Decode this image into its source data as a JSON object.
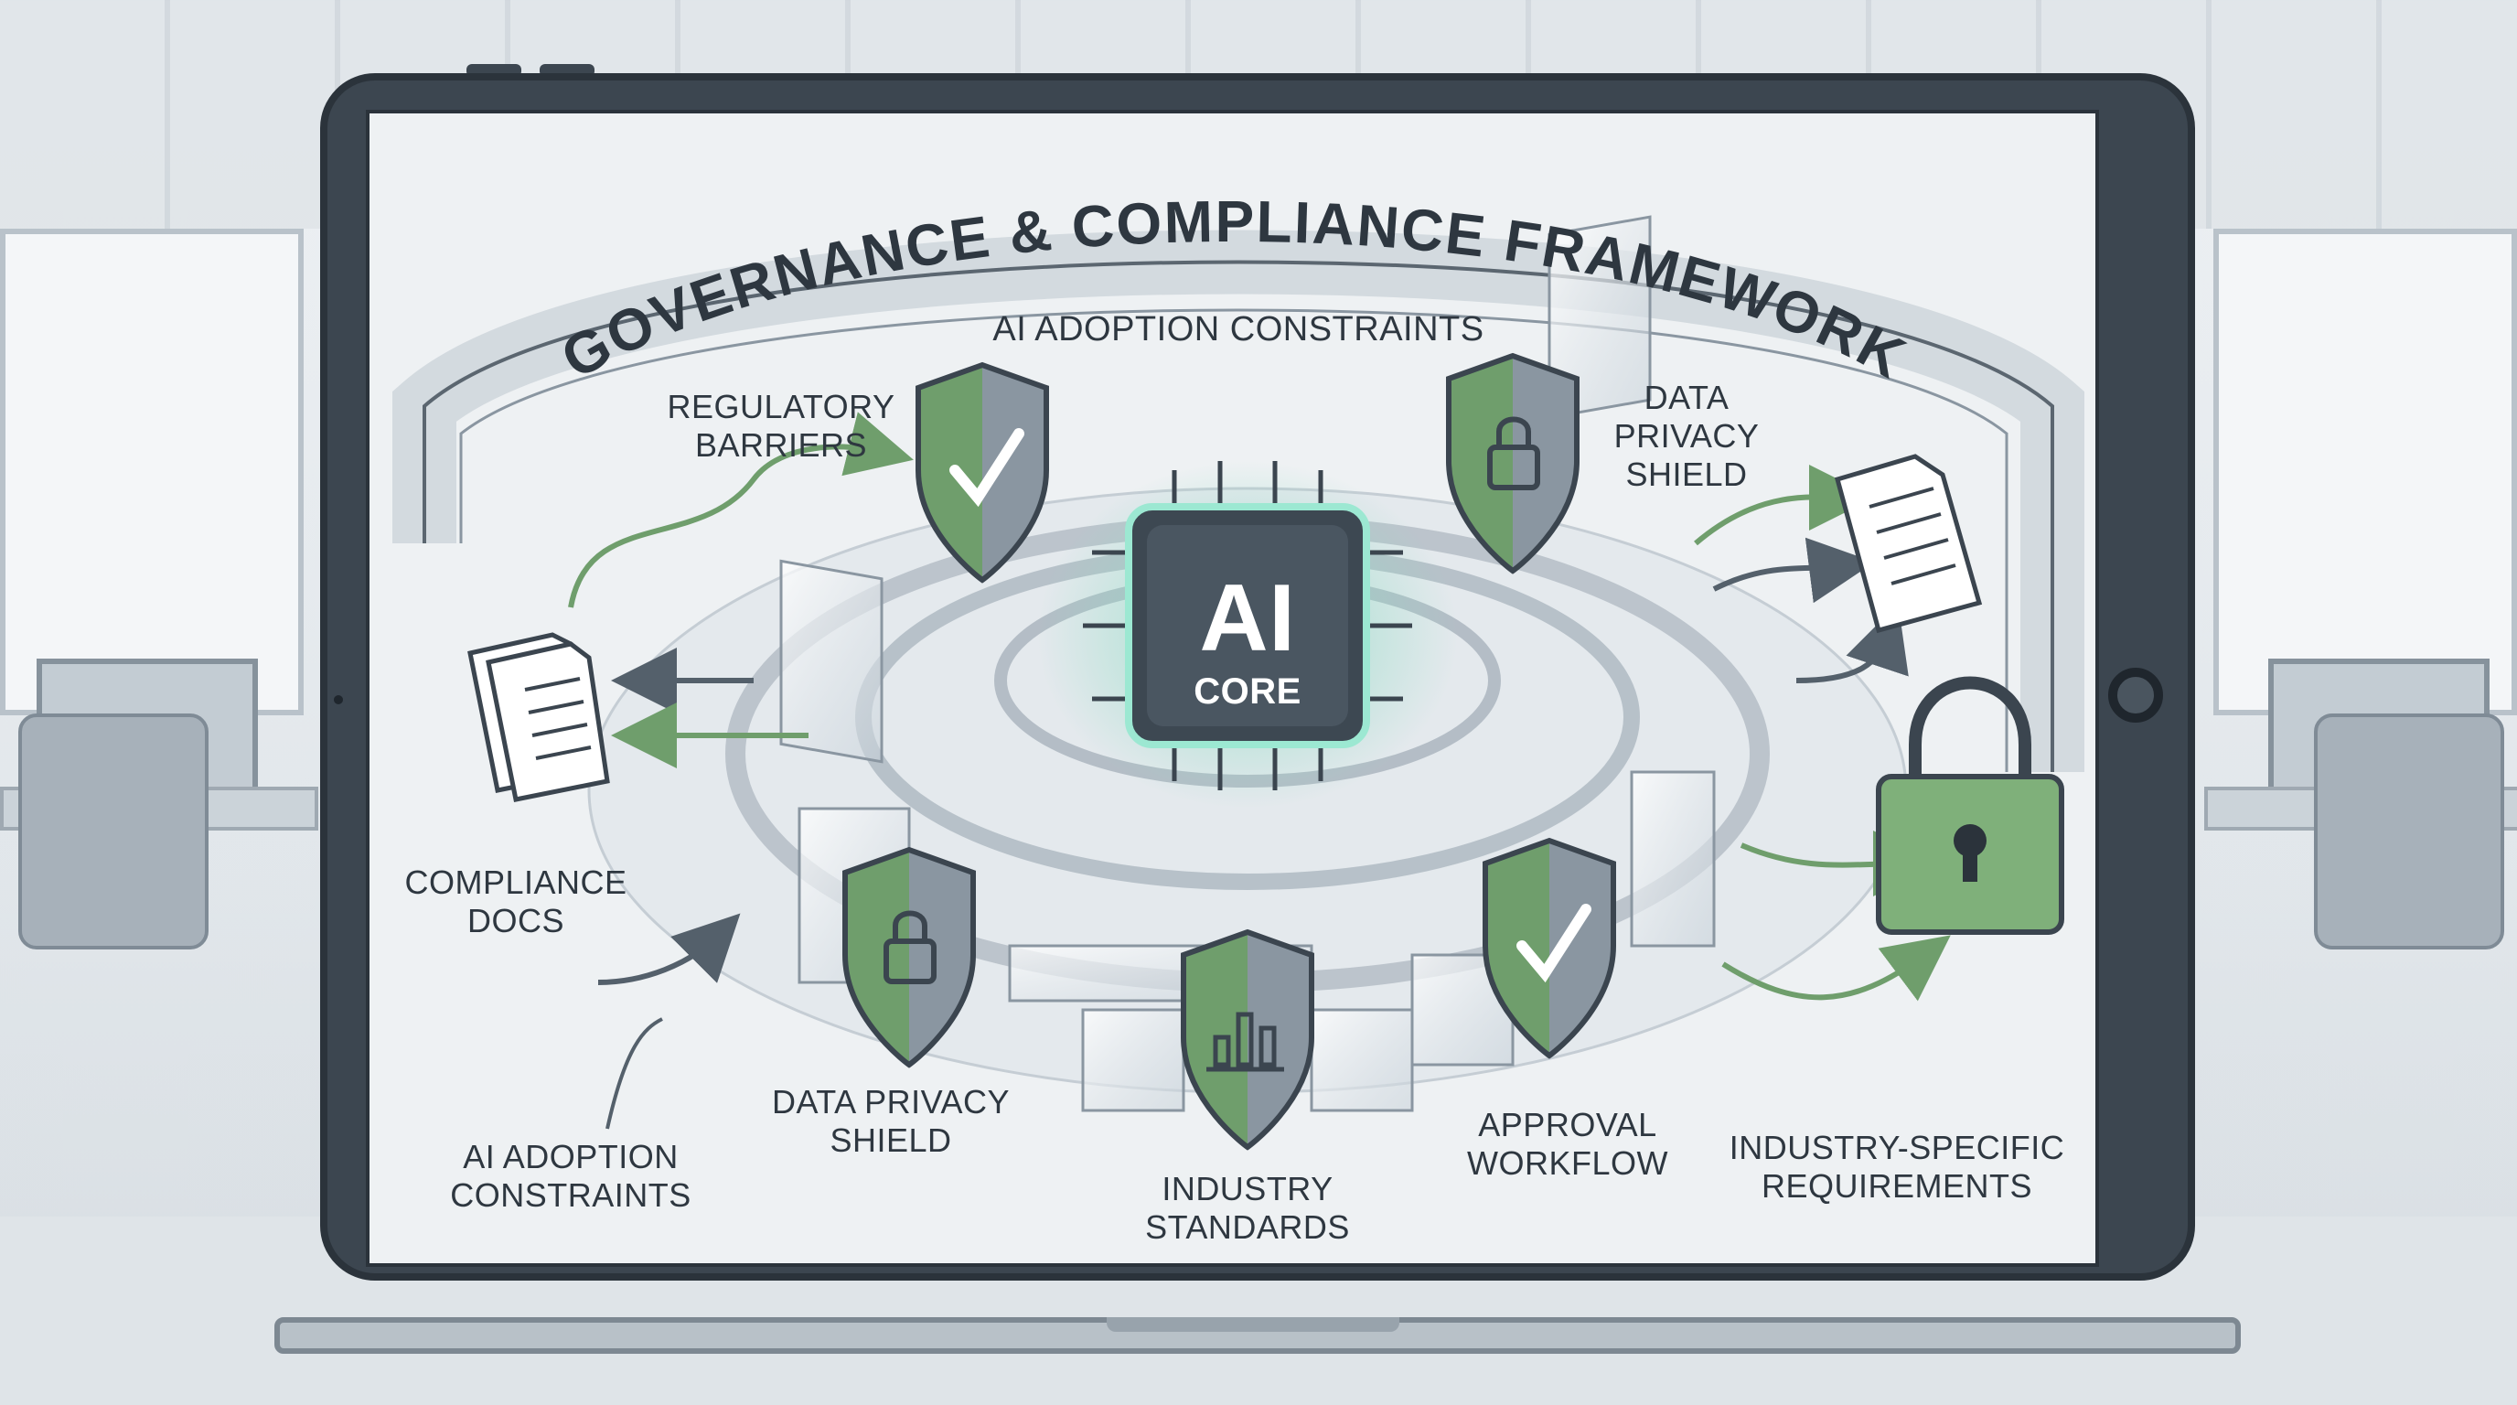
{
  "diagram": {
    "title": "GOVERNANCE & COMPLIANCE FRAMEWORK",
    "subtitle": "AI ADOPTION CONSTRAINTS",
    "core": {
      "line1": "AI",
      "line2": "CORE"
    },
    "labels": {
      "regulatory_barriers": "REGULATORY\nBARRIERS",
      "data_privacy_top": "DATA\nPRIVACY\nSHIELD",
      "compliance_docs": "COMPLIANCE\nDOCS",
      "ai_adoption_bottom": "AI ADOPTION\nCONSTRAINTS",
      "data_privacy_bottom": "DATA PRIVACY\nSHIELD",
      "industry_standards": "INDUSTRY\nSTANDARDS",
      "approval_workflow": "APPROVAL\nWORKFLOW",
      "industry_requirements": "INDUSTRY-SPECIFIC\nREQUIREMENTS"
    }
  },
  "colors": {
    "shield_green": "#7fb07a",
    "shield_gray": "#8a96a1",
    "core_glow": "#7ee0c4",
    "ink": "#2e3740"
  },
  "icons": [
    "check-icon",
    "lock-icon",
    "bar-chart-icon",
    "document-icon",
    "padlock-icon",
    "chip-icon"
  ]
}
